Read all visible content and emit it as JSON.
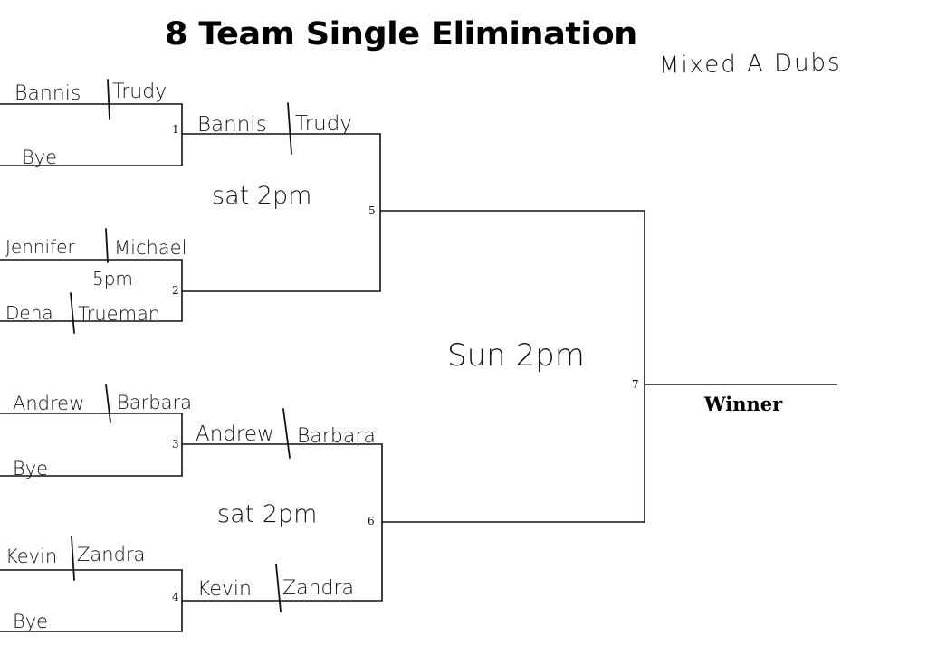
{
  "title": "8 Team Single Elimination",
  "division": "Mixed A Dubs",
  "winner_label": "Winner",
  "game_numbers": {
    "g1": "1",
    "g2": "2",
    "g3": "3",
    "g4": "4",
    "g5": "5",
    "g6": "6",
    "g7": "7"
  },
  "round1": {
    "g1_top_a": "Bannis",
    "g1_top_b": "Trudy",
    "g1_bottom": "Bye",
    "g2_top_a": "Jennifer",
    "g2_top_b": "Michael",
    "g2_bottom_a": "Dena",
    "g2_bottom_b": "Trueman",
    "g2_time": "5pm",
    "g3_top_a": "Andrew",
    "g3_top_b": "Barbara",
    "g3_bottom": "Bye",
    "g4_top_a": "Kevin",
    "g4_top_b": "Zandra",
    "g4_bottom": "Bye"
  },
  "round2": {
    "g5_top_a": "Bannis",
    "g5_top_b": "Trudy",
    "g5_time": "sat 2pm",
    "g6_top_a": "Andrew",
    "g6_top_b": "Barbara",
    "g6_bottom_a": "Kevin",
    "g6_bottom_b": "Zandra",
    "g6_time": "sat 2pm"
  },
  "final": {
    "time": "Sun 2pm"
  }
}
